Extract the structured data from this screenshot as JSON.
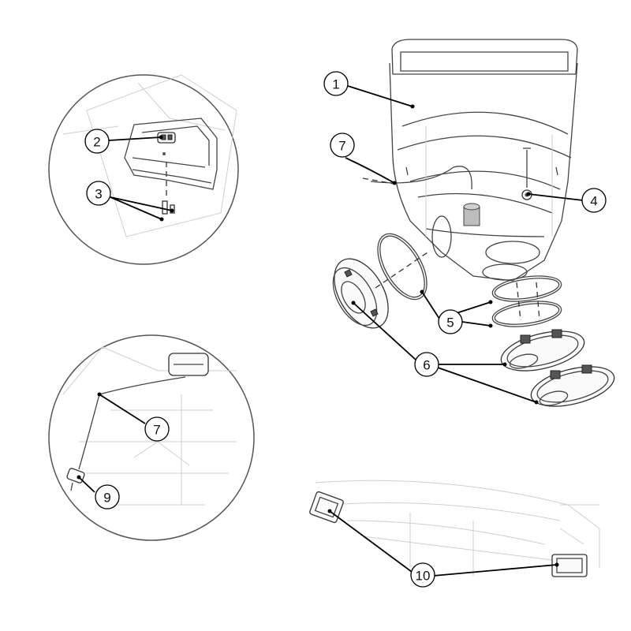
{
  "callouts": {
    "c1": "1",
    "c2": "2",
    "c3": "3",
    "c4": "4",
    "c5": "5",
    "c6": "6",
    "c7_main": "7",
    "c7_detail": "7",
    "c9": "9",
    "c10": "10"
  }
}
